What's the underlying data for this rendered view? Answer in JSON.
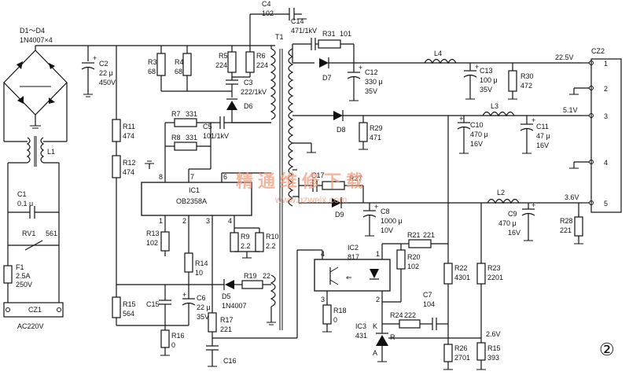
{
  "bridge": {
    "name": "D1～D4",
    "part": "1N4007×4"
  },
  "L1": "L1",
  "C1": {
    "name": "C1",
    "value": "0.1 μ"
  },
  "RV1": {
    "name": "RV1",
    "value": "561"
  },
  "F1": {
    "name": "F1",
    "value1": "2.5A",
    "value2": "250V"
  },
  "CZ1": {
    "name": "CZ1",
    "label": "AC220V"
  },
  "C2": {
    "name": "C2",
    "v1": "22 μ",
    "v2": "450V"
  },
  "R3": {
    "name": "R3",
    "value": "68"
  },
  "R4": {
    "name": "R4",
    "value": "68"
  },
  "R5": {
    "name": "R5",
    "value": "224"
  },
  "R6": {
    "name": "R6",
    "value": "224"
  },
  "C3": {
    "name": "C3",
    "value": "222/1kV"
  },
  "D6": "D6",
  "C4": {
    "name": "C4",
    "value": "102"
  },
  "T1": "T1",
  "R7": {
    "name": "R7",
    "value": "331"
  },
  "R8": {
    "name": "R8",
    "value": "331"
  },
  "C5": {
    "name": "C5",
    "value": "101/1kV"
  },
  "R11": {
    "name": "R11",
    "value": "474"
  },
  "R12": {
    "name": "R12",
    "value": "474"
  },
  "IC1": {
    "name": "IC1",
    "part": "OB2358A",
    "pins": [
      "8",
      "7",
      "6",
      "1",
      "2",
      "3",
      "4"
    ]
  },
  "R13": {
    "name": "R13",
    "value": "102"
  },
  "R14": {
    "name": "R14",
    "value": "10"
  },
  "R9": {
    "name": "R9",
    "value": "2.2"
  },
  "R10": {
    "name": "R10",
    "value": "2.2"
  },
  "D5": {
    "name": "D5",
    "part": "1N4007"
  },
  "R19": {
    "name": "R19",
    "value": "22"
  },
  "R15": {
    "name": "R15",
    "value": "564"
  },
  "C15": "C15",
  "C6": {
    "name": "C6",
    "v1": "22 μ",
    "v2": "35V"
  },
  "R16": {
    "name": "R16",
    "value": "0"
  },
  "R17": {
    "name": "R17",
    "value": "221"
  },
  "C16": "C16",
  "C14": {
    "name": "C14",
    "value": "471/1kV"
  },
  "R31": {
    "name": "R31",
    "value": "101"
  },
  "D7": "D7",
  "C12": {
    "name": "C12",
    "v1": "330 μ",
    "v2": "35V"
  },
  "L4": "L4",
  "C13": {
    "name": "C13",
    "v1": "100 μ",
    "v2": "35V"
  },
  "R30": {
    "name": "R30",
    "value": "472"
  },
  "D8": "D8",
  "R29": {
    "name": "R29",
    "value": "471"
  },
  "C10": {
    "name": "C10",
    "v1": "470 μ",
    "v2": "16V"
  },
  "L3": "L3",
  "C11": {
    "name": "C11",
    "v1": "47 μ",
    "v2": "16V"
  },
  "C17": "C17",
  "R27": "R27",
  "D9": "D9",
  "C8": {
    "name": "C8",
    "v1": "1000 μ",
    "v2": "10V"
  },
  "L2": "L2",
  "C9": {
    "name": "C9",
    "v1": "470 μ",
    "v2": "16V"
  },
  "R28": {
    "name": "R28",
    "value": "221"
  },
  "CZ2": {
    "name": "CZ2",
    "pins": [
      "1",
      "2",
      "3",
      "4",
      "5"
    ]
  },
  "V_22_5": "22.5V",
  "V_5_1": "5.1V",
  "V_3_6": "3.6V",
  "V_2_6": "2.6V",
  "IC2": {
    "name": "IC2",
    "part": "817",
    "pins": [
      "4",
      "1",
      "3",
      "2"
    ]
  },
  "R18": {
    "name": "R18",
    "value": "0"
  },
  "R20": {
    "name": "R20",
    "value": "102"
  },
  "R21": {
    "name": "R21",
    "value": "221"
  },
  "R22": {
    "name": "R22",
    "value": "4301"
  },
  "R23": {
    "name": "R23",
    "value": "2201"
  },
  "C7": {
    "name": "C7",
    "value": "104"
  },
  "R24": {
    "name": "R24",
    "value": "222"
  },
  "IC3": {
    "name": "IC3",
    "part": "431",
    "pin_k": "K",
    "pin_r": "R",
    "pin_a": "A"
  },
  "R26": {
    "name": "R26",
    "value": "2701"
  },
  "R15b": {
    "name": "R15",
    "value": "393"
  },
  "watermark": {
    "cn": "精通维修下载",
    "url": "www.gzweix.com"
  },
  "figure_number": "②"
}
